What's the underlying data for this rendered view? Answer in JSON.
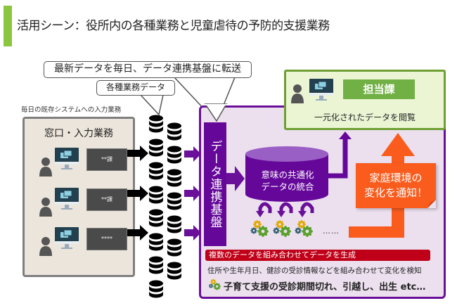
{
  "header": {
    "title": "活用シーン：役所内の各種業務と児童虐待の予防的支援業務",
    "accent_color": "#8cc63f"
  },
  "callouts": {
    "daily_transfer": "最新データを毎日、データ連携基盤に転送",
    "business_data": "各種業務データ"
  },
  "input_section": {
    "caption": "毎日の既存システムへの入力業務",
    "panel_title": "窓口・入力業務",
    "stations": [
      {
        "label": "**課",
        "icons": [
          "person-icon",
          "monitor-icon"
        ]
      },
      {
        "label": "**課",
        "icons": [
          "person-icon",
          "monitor-icon"
        ]
      },
      {
        "label": "****",
        "icons": [
          "person-icon",
          "monitor-icon"
        ]
      }
    ]
  },
  "databases": {
    "icon": "database-icon",
    "left_column_count": 8,
    "right_column_count": 7
  },
  "platform": {
    "label": "データ連携基盤",
    "color": "#65089a"
  },
  "integration": {
    "label_line1": "意味の共通化",
    "label_line2": "データの統合",
    "icons": [
      "gears-icon",
      "gears-icon",
      "gears-icon"
    ],
    "ellipsis": "……"
  },
  "department": {
    "badge": "担当課",
    "description": "一元化されたデータを閲覧",
    "icons": [
      "person-icon",
      "monitor-icon"
    ]
  },
  "notification": {
    "line1": "家庭環境の",
    "line2": "変化を通知！",
    "color": "#fa5c1e"
  },
  "summary": {
    "banner": "複数のデータを組み合わせてデータを生成",
    "detection": "住所や生年月日、健診の受診情報などを組み合わせて変化を検知",
    "examples": "子育て支援の受診期間切れ、引越し、出生 etc…",
    "banner_color": "#c00018"
  }
}
